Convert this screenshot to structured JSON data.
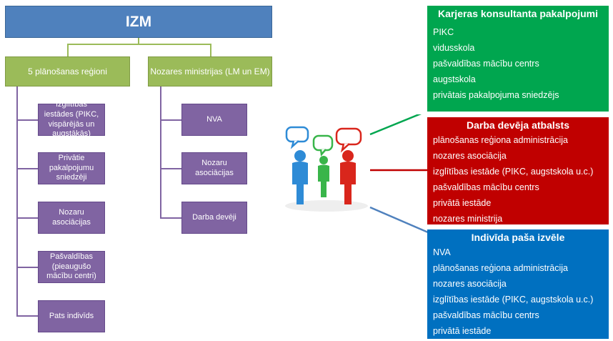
{
  "org": {
    "root": "IZM",
    "regions": {
      "label": "5 plānošanas reģioni",
      "items": [
        "Izglītības iestādes (PIKC, vispārējās un augstākās)",
        "Privātie pakalpojumu sniedzēji",
        "Nozaru asociācijas",
        "Pašvaldības (pieaugušo mācību centri)",
        "Pats indivīds"
      ]
    },
    "ministries": {
      "label": "Nozares ministrijas (LM un EM)",
      "items": [
        "NVA",
        "Nozaru asociācijas",
        "Darba devēji"
      ]
    }
  },
  "colors": {
    "root": "#4f81bd",
    "level1": "#9bbb59",
    "leaf": "#8064a2",
    "green": "#00a64f",
    "red": "#c00000",
    "blue": "#0070c0"
  },
  "panels": {
    "career": {
      "title": "Karjeras konsultanta pakalpojumi",
      "items": [
        "PIKC",
        "vidusskola",
        "pašvaldības mācību centrs",
        "augstskola",
        "privātais pakalpojuma sniedzējs"
      ]
    },
    "employer": {
      "title": "Darba devēja atbalsts",
      "items": [
        "plānošanas reģiona administrācija",
        "nozares asociācija",
        "izglītības iestāde (PIKC, augstskola u.c.)",
        "pašvaldības mācību centrs",
        "privātā iestāde",
        "nozares ministrija"
      ]
    },
    "individual": {
      "title": "Indivīda paša izvēle",
      "items": [
        "NVA",
        "plānošanas reģiona administrācija",
        "nozares asociācija",
        "izglītības iestāde (PIKC, augstskola u.c.)",
        "pašvaldības mācību centrs",
        "privātā iestāde"
      ]
    }
  },
  "illustration": {
    "icon": "people-talking-icon",
    "colors": [
      "#2e8bd6",
      "#39b54a",
      "#d9261c"
    ]
  }
}
